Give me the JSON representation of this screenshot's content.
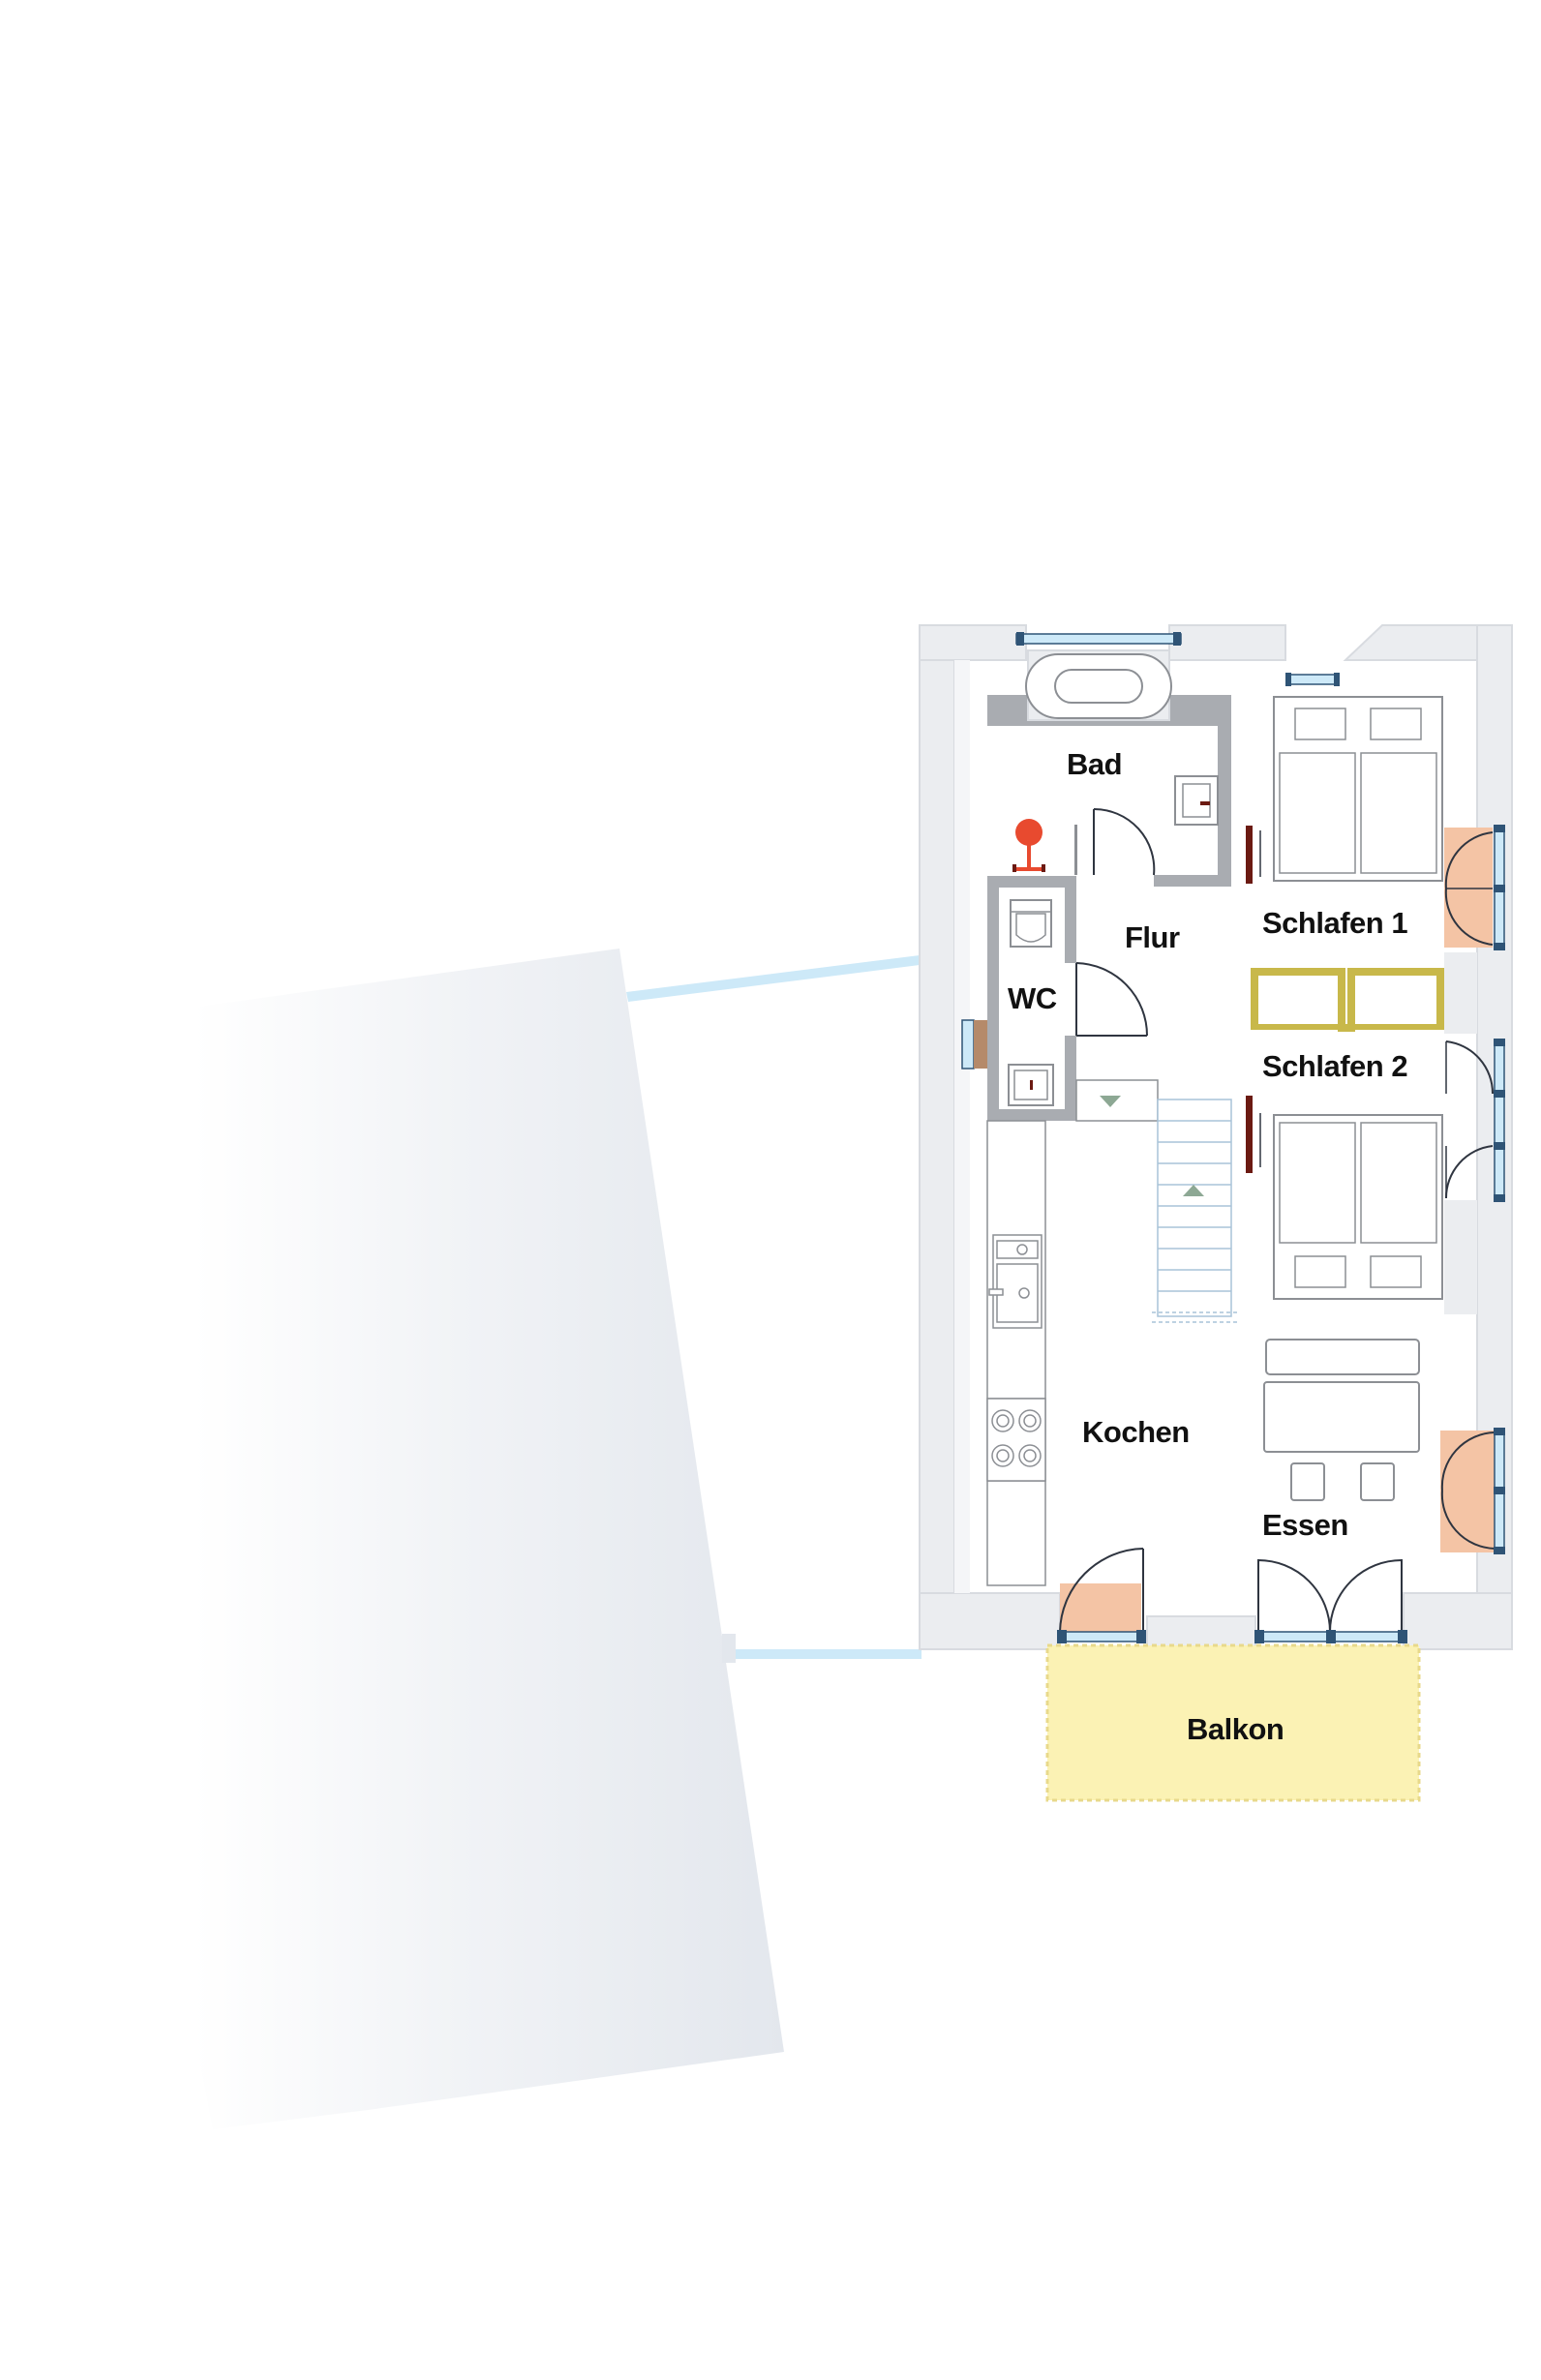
{
  "rooms": {
    "bad": "Bad",
    "flur": "Flur",
    "wc": "WC",
    "schlafen1": "Schlafen 1",
    "schlafen2": "Schlafen 2",
    "kochen": "Kochen",
    "essen": "Essen",
    "balkon": "Balkon"
  },
  "colors": {
    "wall": "#ebedf0",
    "wall_edge": "#d8dbe0",
    "inner_wall": "#a9acb1",
    "window_glass": "#cde9f8",
    "window_frame": "#2f5476",
    "door_swing": "#f4c4a5",
    "balcony": "#fbf2b4",
    "balcony_edge": "#e8d98b",
    "wardrobe": "#6b1a12",
    "shelf": "#c8b84a",
    "fixture_line": "#8c8f94",
    "stair_line": "#a9c3d8",
    "stair_arrow": "#8da894",
    "shadow": "#e3e7ed",
    "heater": "#e84a2f"
  },
  "icons": [
    "bathtub-icon",
    "washbasin-icon",
    "toilet-icon",
    "bed-icon",
    "sink-icon",
    "cooktop-icon",
    "dining-table-icon",
    "chair-icon",
    "stairs-icon",
    "door-icon",
    "window-icon",
    "radiator-icon"
  ]
}
